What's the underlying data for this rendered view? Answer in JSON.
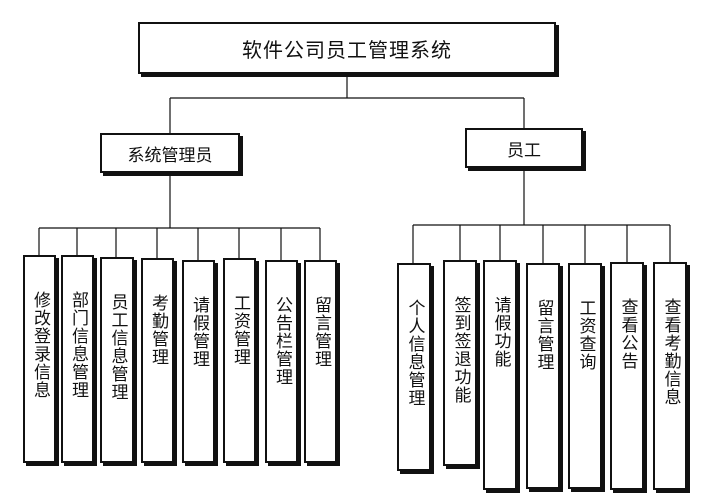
{
  "title": "软件公司员工管理系统",
  "branches": [
    {
      "label": "系统管理员",
      "children": [
        "修改登录信息",
        "部门信息管理",
        "员工信息管理",
        "考勤管理",
        "请假管理",
        "工资管理",
        "公告栏管理",
        "留言管理"
      ]
    },
    {
      "label": "员工",
      "children": [
        "个人信息管理",
        "签到签退功能",
        "请假功能",
        "留言管理",
        "工资查询",
        "查看公告",
        "查看考勤信息"
      ]
    }
  ]
}
